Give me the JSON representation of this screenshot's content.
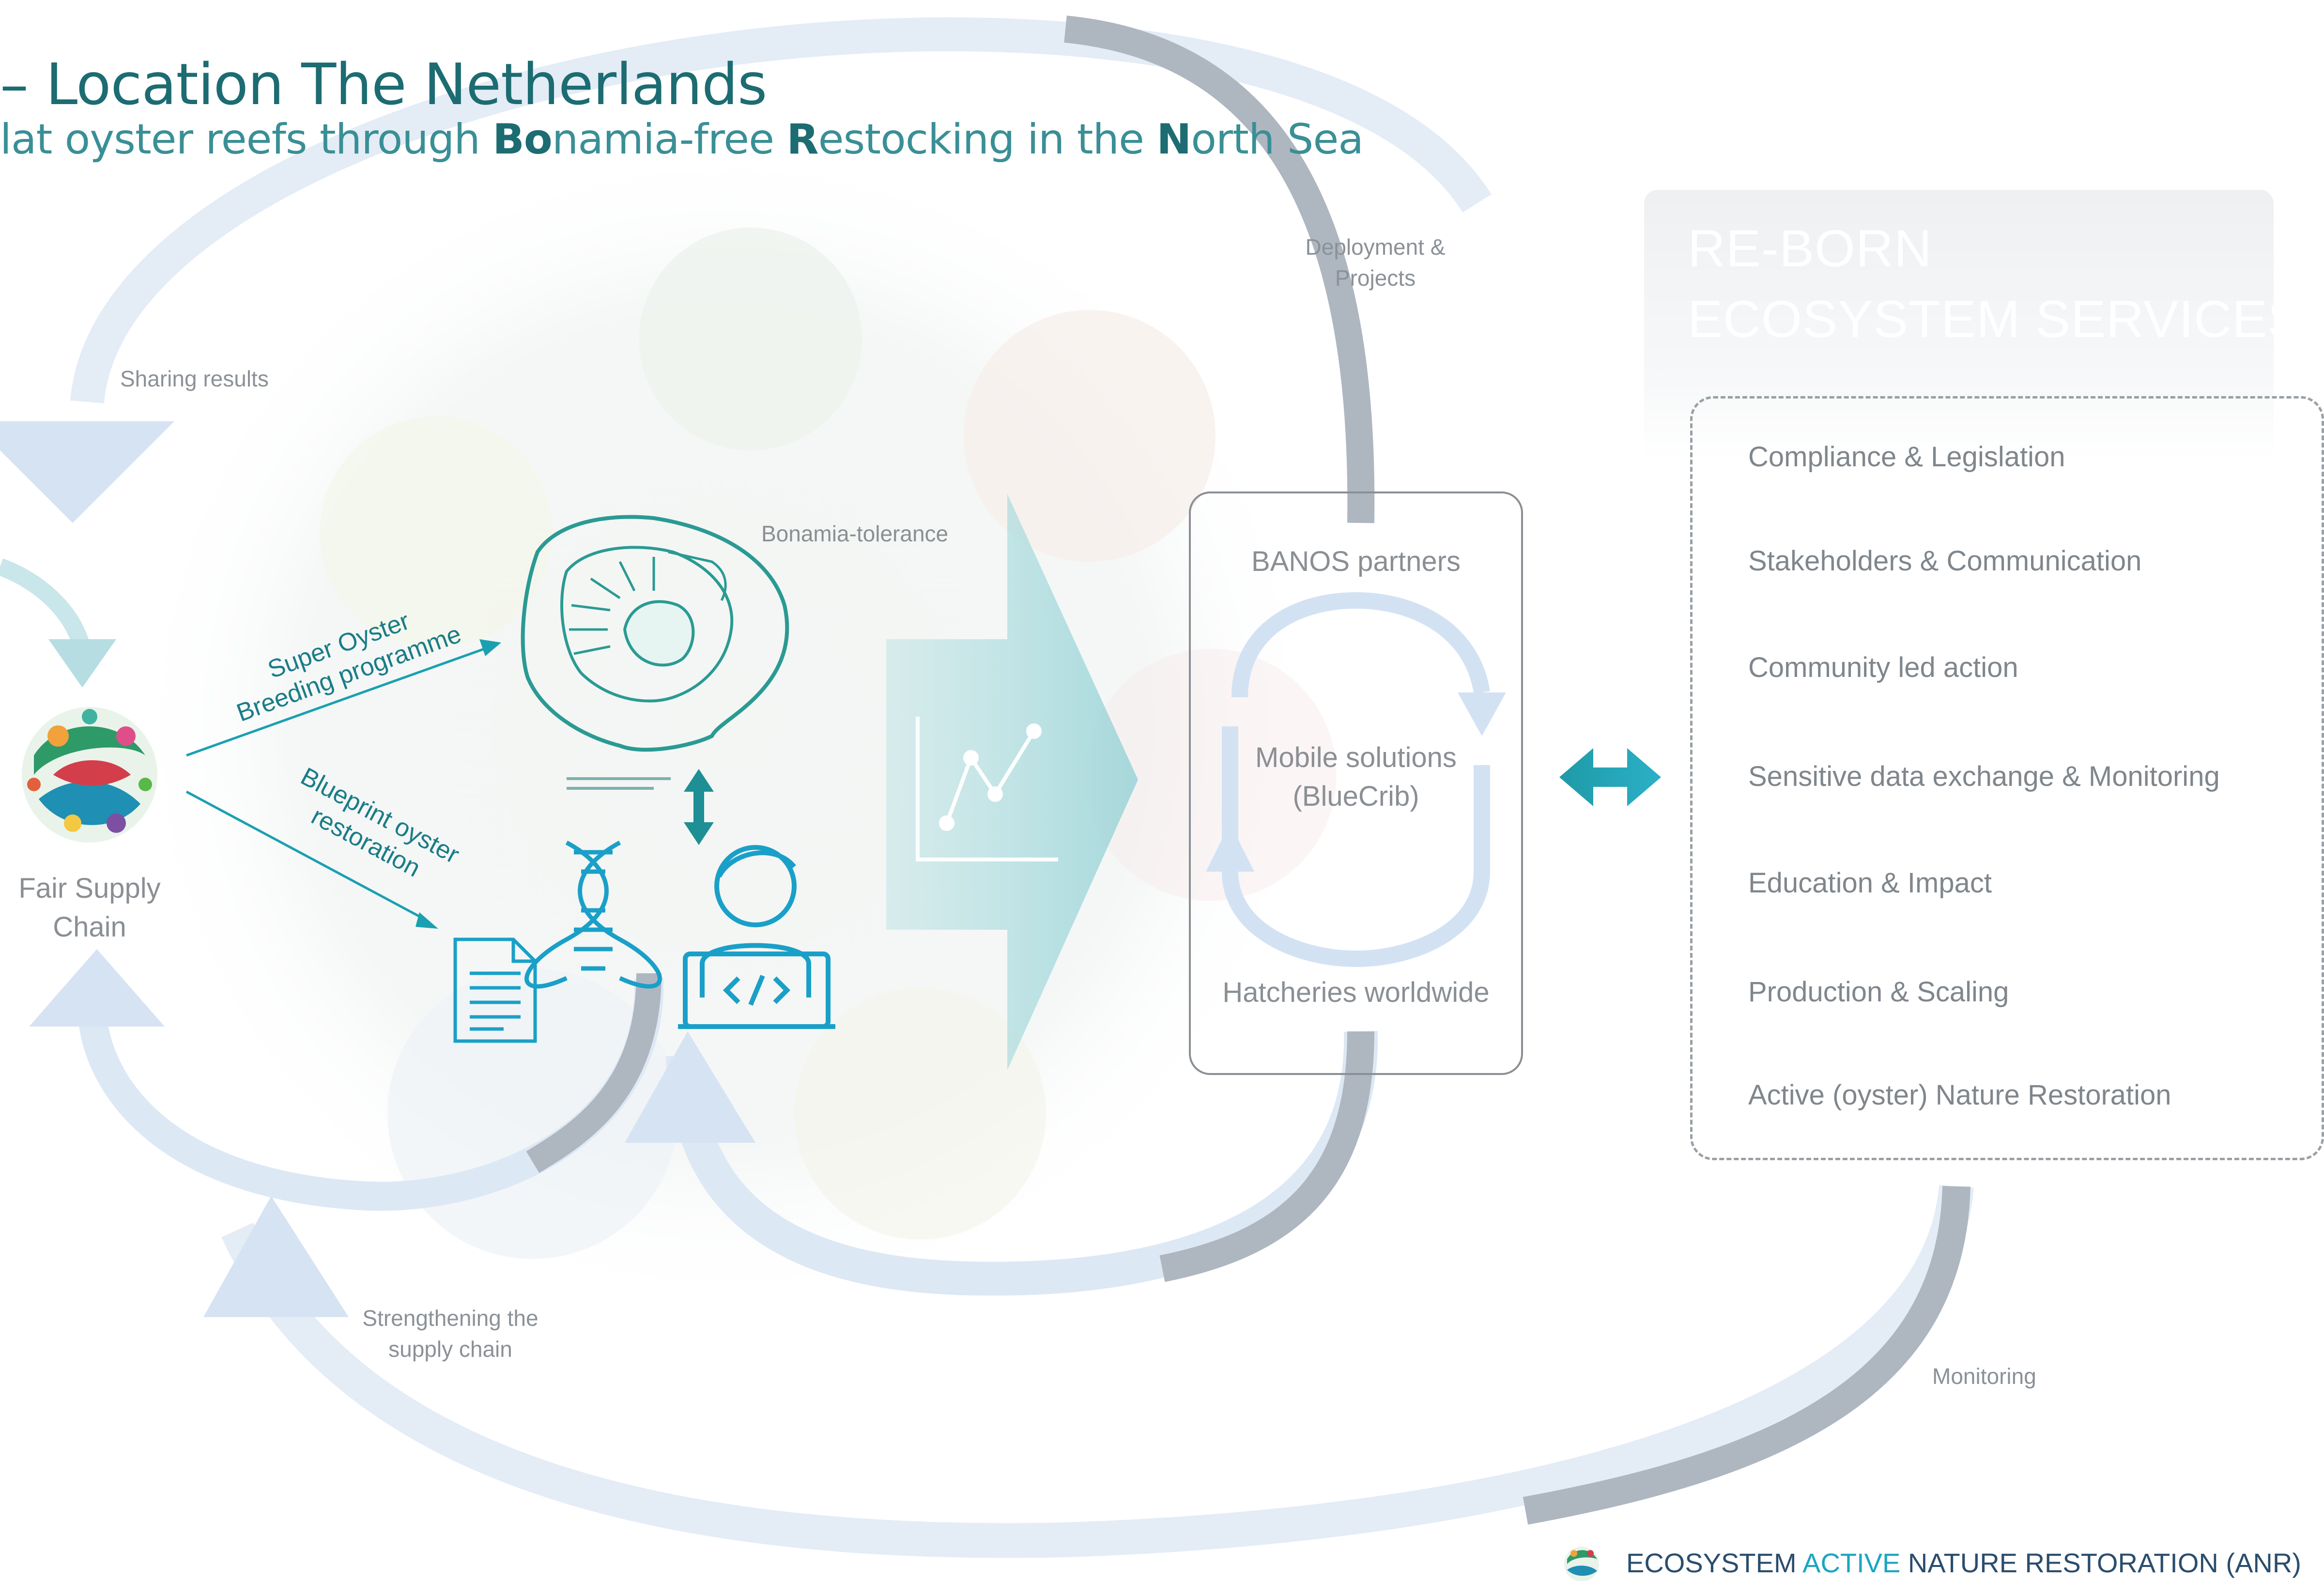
{
  "header": {
    "title": "– Location The Netherlands",
    "subtitle_parts": [
      {
        "text": "lat oyster reefs through ",
        "bold": false
      },
      {
        "text": "Bo",
        "bold": true
      },
      {
        "text": "namia-free ",
        "bold": false
      },
      {
        "text": "R",
        "bold": true
      },
      {
        "text": "estocking in the ",
        "bold": false
      },
      {
        "text": "N",
        "bold": true
      },
      {
        "text": "orth Sea",
        "bold": false
      }
    ]
  },
  "flow_labels": {
    "sharing_results": "Sharing results",
    "deployment_line1": "Deployment &",
    "deployment_line2": "Projects",
    "bonamia_tolerance": "Bonamia-tolerance",
    "strengthening_line1": "Strengthening the",
    "strengthening_line2": "supply chain",
    "monitoring": "Monitoring"
  },
  "left_node": {
    "label_line1": "Fair Supply",
    "label_line2": "Chain"
  },
  "arrows": {
    "super_oyster_line1": "Super Oyster",
    "super_oyster_line2": "Breeding programme",
    "blueprint_line1": "Blueprint oyster",
    "blueprint_line2": "restoration"
  },
  "partners_box": {
    "top": "BANOS partners",
    "middle_line1": "Mobile solutions",
    "middle_line2": "(BlueCrib)",
    "bottom": "Hatcheries worldwide"
  },
  "reborn": {
    "title_line1": "RE-BORN",
    "title_line2": "ECOSYSTEM SERVICES"
  },
  "services": [
    "Compliance & Legislation",
    "Stakeholders & Communication",
    "Community led action",
    "Sensitive data exchange & Monitoring",
    "Education & Impact",
    "Production & Scaling",
    "Active (oyster) Nature Restoration"
  ],
  "footer": {
    "part1": "ECOSYSTEM ",
    "part2": "ACTIVE",
    "part3": " NATURE RESTORATION (ANR)"
  },
  "colors": {
    "teal": "#1a8f9c",
    "light_blue": "#dfe9f5",
    "grey_arrow": "#aab3bd",
    "text_grey": "#8a8f94",
    "footer_navy": "#2a4d6d",
    "footer_accent": "#1aa6c1"
  },
  "icons": [
    "oyster-shell-icon",
    "dna-icon",
    "developer-icon",
    "document-icon",
    "line-chart-icon",
    "double-arrow-icon",
    "biodiversity-circle-logo"
  ]
}
